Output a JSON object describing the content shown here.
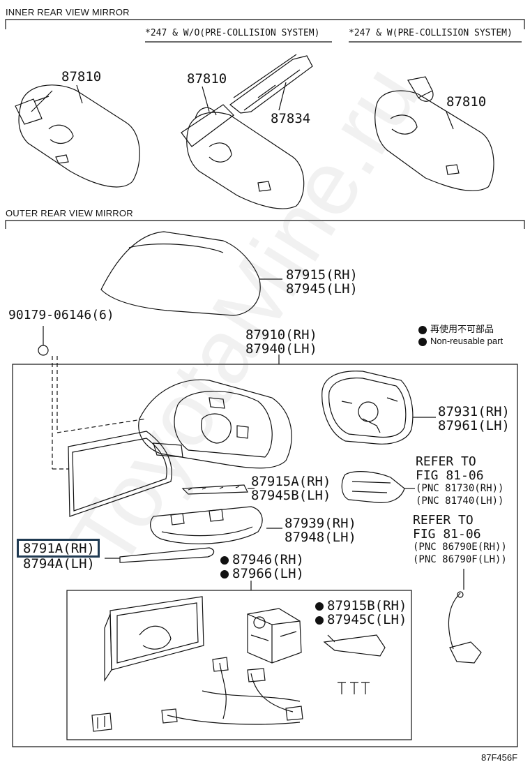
{
  "sections": {
    "inner": "INNER REAR VIEW MIRROR",
    "outer": "OUTER REAR VIEW MIRROR"
  },
  "conditions": {
    "without_pcs": "*247 & W/O(PRE-COLLISION SYSTEM)",
    "with_pcs": "*247 & W(PRE-COLLISION SYSTEM)"
  },
  "inner_parts": {
    "p1": "87810",
    "p2": "87810",
    "p3": "87834",
    "p4": "87810"
  },
  "outer_parts": {
    "cover_rh": "87915(RH)",
    "cover_lh": "87945(LH)",
    "clip": "90179-06146(6)",
    "assy_rh": "87910(RH)",
    "assy_lh": "87940(LH)",
    "housing_rh": "87931(RH)",
    "housing_lh": "87961(LH)",
    "cover_a_rh": "87915A(RH)",
    "cover_b_lh": "87945B(LH)",
    "signal_rh": "87939(RH)",
    "signal_lh": "87948(LH)",
    "trim_rh": "8791A(RH)",
    "trim_lh": "8794A(LH)",
    "motor_rh": "87946(RH)",
    "motor_lh": "87966(LH)",
    "cover_b2_rh": "87915B(RH)",
    "cover_c_lh": "87945C(LH)"
  },
  "refer1": {
    "line1": "REFER TO",
    "line2": "FIG 81-06",
    "line3": "(PNC 81730(RH))",
    "line4": "(PNC 81740(LH))"
  },
  "refer2": {
    "line1": "REFER TO",
    "line2": "FIG 81-06",
    "line3": "(PNC 86790E(RH))",
    "line4": "(PNC 86790F(LH))"
  },
  "legend": {
    "jp": "再使用不可部品",
    "en": "Non-reusable part"
  },
  "figure_code": "87F456F",
  "watermark": "ToyotaMine.ru"
}
